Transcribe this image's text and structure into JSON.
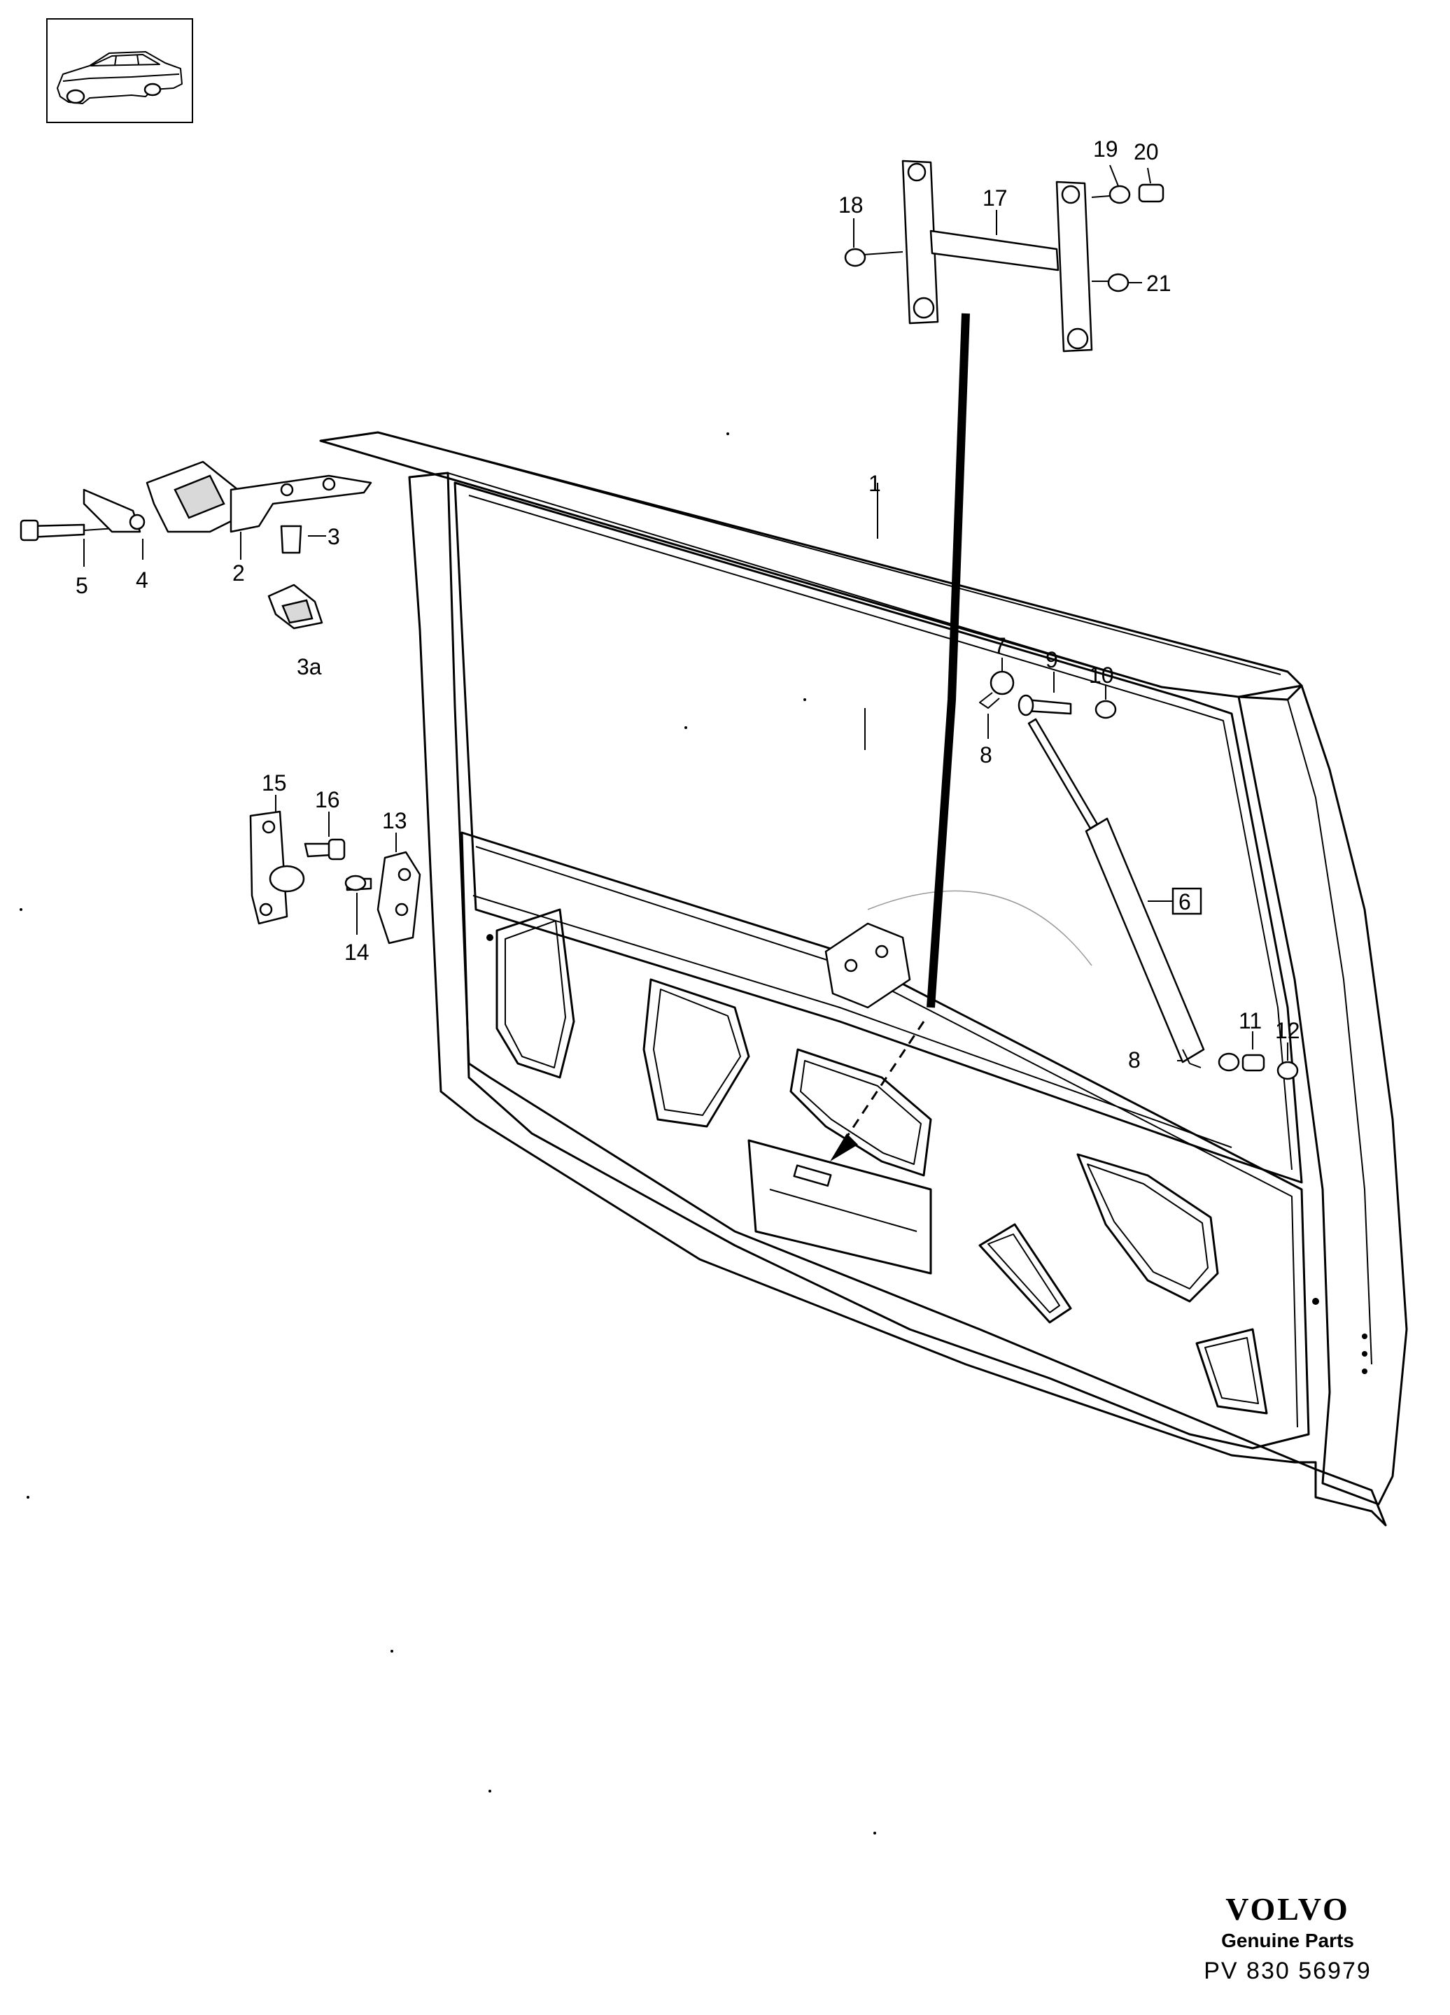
{
  "thumbnail": {
    "icon": "sedan-car-icon"
  },
  "callouts": [
    "1",
    "2",
    "3",
    "3a",
    "4",
    "5",
    "6",
    "7",
    "8",
    "8",
    "9",
    "10",
    "11",
    "12",
    "13",
    "14",
    "15",
    "16",
    "17",
    "18",
    "19",
    "20",
    "21"
  ],
  "brand": {
    "name": "VOLVO",
    "subtitle": "Genuine Parts",
    "code": "PV 830 56979"
  }
}
